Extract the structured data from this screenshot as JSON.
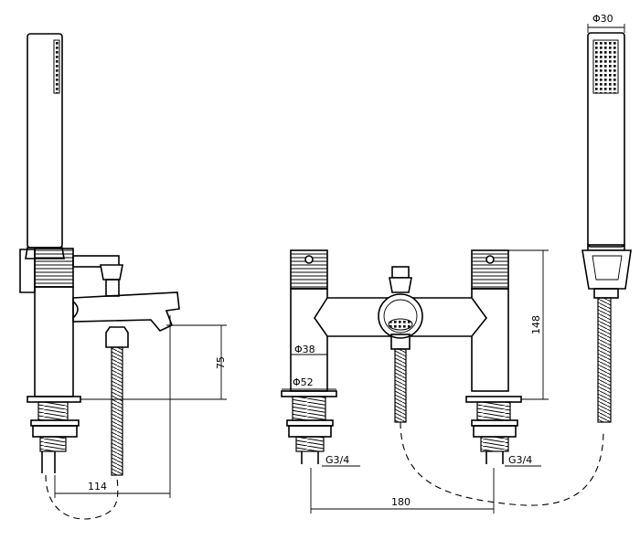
{
  "dimensions": {
    "handset_diameter": "Φ30",
    "height": "148",
    "body_diameter": "Φ38",
    "base_diameter": "Φ52",
    "thread_right_left": "G3/4",
    "thread_right_right": "G3/4",
    "centres": "180",
    "spout_height": "75",
    "spout_projection": "114"
  },
  "colors": {
    "line": "#000000",
    "background": "#ffffff"
  }
}
